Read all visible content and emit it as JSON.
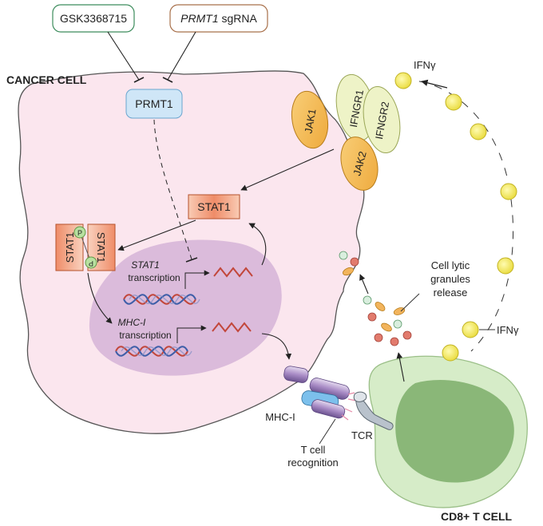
{
  "drugs": {
    "gsk_label": "GSK3368715",
    "sgrna_gene": "PRMT1",
    "sgrna_suffix": " sgRNA"
  },
  "cells": {
    "cancer_cell": "CANCER CELL",
    "t_cell": "CD8+ T CELL"
  },
  "proteins": {
    "prmt1": "PRMT1",
    "stat1": "STAT1",
    "jak1": "JAK1",
    "jak2": "JAK2",
    "ifngr1": "IFNGR1",
    "ifngr2": "IFNGR2",
    "dimer_left": "STAT1",
    "dimer_right": "STAT1",
    "phospho": "P"
  },
  "nucleus": {
    "stat1_tx_gene": "STAT1",
    "stat1_tx_word": "transcription",
    "mhc_tx_gene": "MHC-I",
    "mhc_tx_word": "transcription"
  },
  "labels": {
    "ifng_top": "IFNγ",
    "ifng_bottom": "IFNγ",
    "granules_line1": "Cell lytic",
    "granules_line2": "granules",
    "granules_line3": "release",
    "mhc1": "MHC-I",
    "tcr": "TCR",
    "recognition_line1": "T cell",
    "recognition_line2": "recognition"
  },
  "colors": {
    "cancer_cell_fill": "#fbe6ee",
    "nucleus_fill": "#d9b8d9",
    "tcell_fill": "#d6ecc8",
    "tcell_nucleus": "#8ab778",
    "prmt1_fill": "#cfe6f7",
    "stat1_fill": "#f2a27e",
    "jak_fill": "#f5c062",
    "ifngr_fill": "#eef3c7",
    "ifng_ball": "#f4ec66"
  }
}
